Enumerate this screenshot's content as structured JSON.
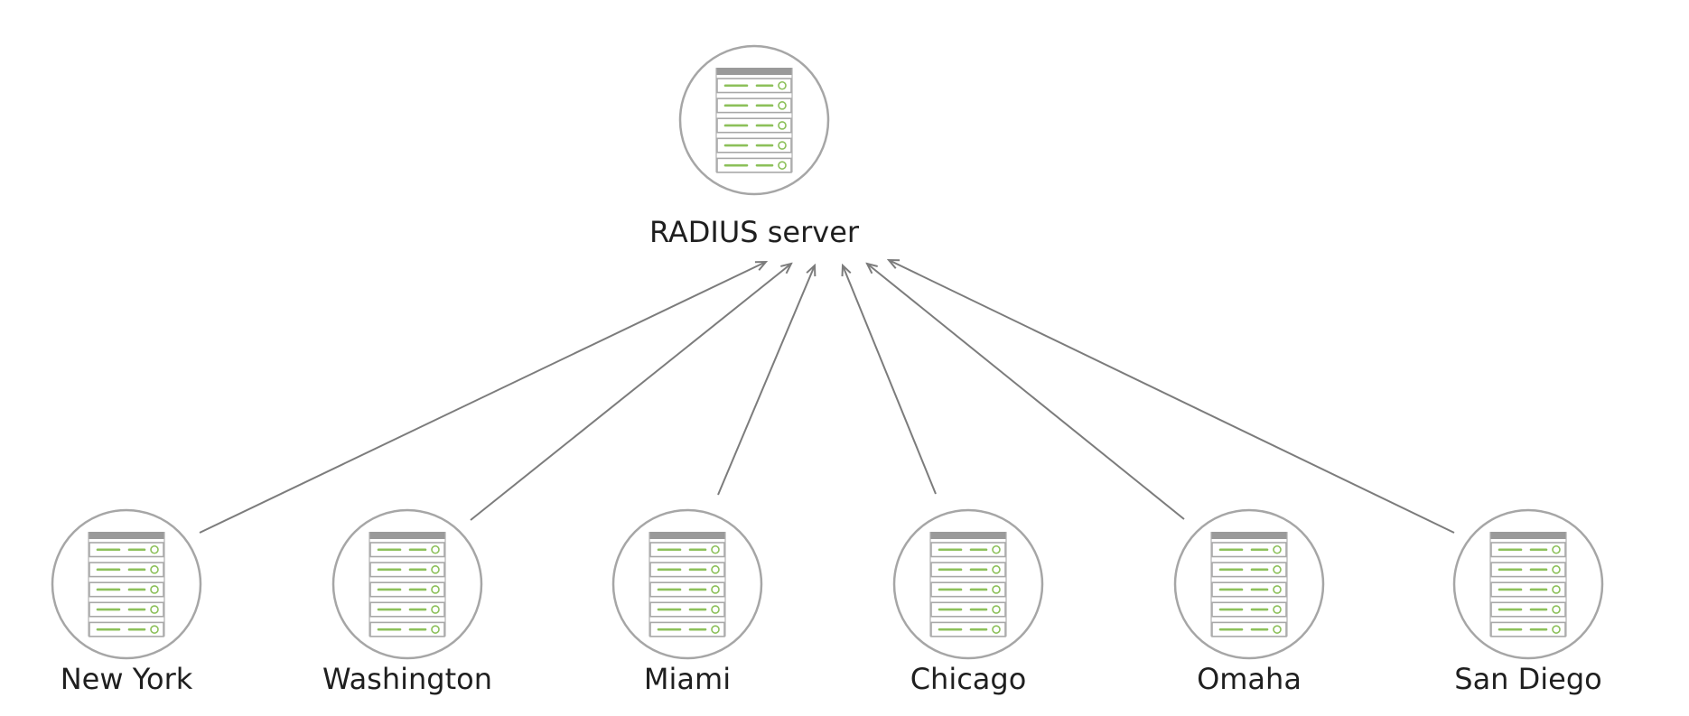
{
  "diagram": {
    "server": {
      "label": "RADIUS server",
      "icon": "server-rack-icon"
    },
    "clients": [
      {
        "label": "New York",
        "icon": "server-rack-icon"
      },
      {
        "label": "Washington",
        "icon": "server-rack-icon"
      },
      {
        "label": "Miami",
        "icon": "server-rack-icon"
      },
      {
        "label": "Chicago",
        "icon": "server-rack-icon"
      },
      {
        "label": "Omaha",
        "icon": "server-rack-icon"
      },
      {
        "label": "San Diego",
        "icon": "server-rack-icon"
      }
    ],
    "connections": [
      {
        "from": "New York",
        "to": "RADIUS server"
      },
      {
        "from": "Washington",
        "to": "RADIUS server"
      },
      {
        "from": "Miami",
        "to": "RADIUS server"
      },
      {
        "from": "Chicago",
        "to": "RADIUS server"
      },
      {
        "from": "Omaha",
        "to": "RADIUS server"
      },
      {
        "from": "San Diego",
        "to": "RADIUS server"
      }
    ],
    "colors": {
      "ring": "#a6a6a6",
      "rack_outline": "#a8a8a8",
      "rack_top": "#9a9a9a",
      "led": "#8cc05a",
      "arrow": "#7c7c7c",
      "text": "#1f1f1f"
    }
  }
}
